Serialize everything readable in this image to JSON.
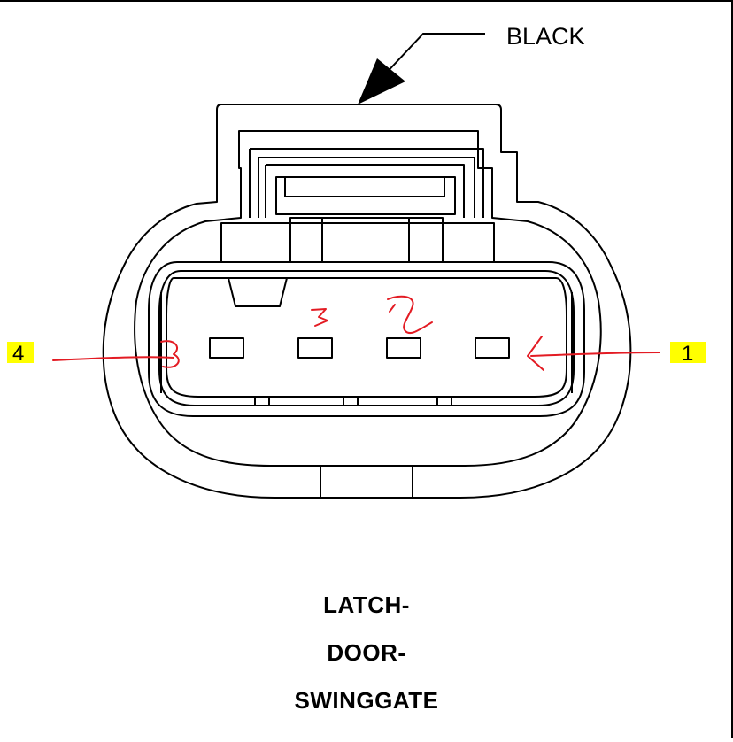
{
  "connector": {
    "color_label": "BLACK",
    "pin_left_label": "4",
    "pin_right_label": "1",
    "handwritten_pin_labels": [
      "3",
      "2"
    ]
  },
  "title": {
    "line1": "LATCH-",
    "line2": "DOOR-",
    "line3": "SWINGGATE"
  },
  "colors": {
    "line": "#000000",
    "annotation": "#e31b23",
    "highlight": "#ffff00"
  }
}
